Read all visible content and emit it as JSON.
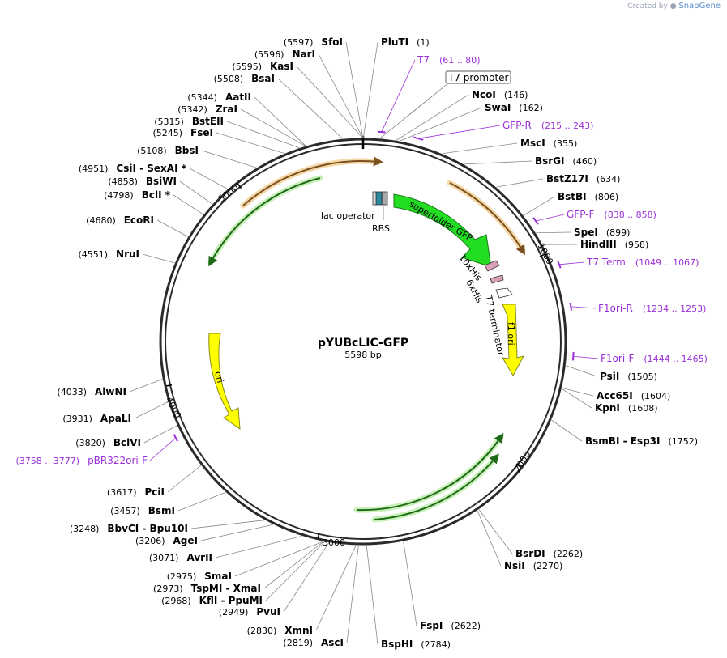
{
  "credit": {
    "prefix": "Created by",
    "brand": "SnapGene",
    "icon": "snapgene-logo-icon"
  },
  "plasmid": {
    "name": "pYUBcLIC-GFP",
    "size_label": "5598 bp",
    "length": 5598
  },
  "ticks": [
    "1000",
    "2000",
    "3000",
    "4000",
    "5000"
  ],
  "sites": [
    {
      "label": "PluTI",
      "pos": "(1)",
      "bp": 1
    },
    {
      "label": "NcoI",
      "pos": "(146)",
      "bp": 146
    },
    {
      "label": "SwaI",
      "pos": "(162)",
      "bp": 162
    },
    {
      "label": "MscI",
      "pos": "(355)",
      "bp": 355
    },
    {
      "label": "BsrGI",
      "pos": "(460)",
      "bp": 460
    },
    {
      "label": "BstZ17I",
      "pos": "(634)",
      "bp": 634
    },
    {
      "label": "BstBI",
      "pos": "(806)",
      "bp": 806
    },
    {
      "label": "SpeI",
      "pos": "(899)",
      "bp": 899
    },
    {
      "label": "HindIII",
      "pos": "(958)",
      "bp": 958
    },
    {
      "label": "PsiI",
      "pos": "(1505)",
      "bp": 1505
    },
    {
      "label": "Acc65I",
      "pos": "(1604)",
      "bp": 1604
    },
    {
      "label": "KpnI",
      "pos": "(1608)",
      "bp": 1608
    },
    {
      "label": "BsmBI  -  Esp3I",
      "pos": "(1752)",
      "bp": 1752
    },
    {
      "label": "BsrDI",
      "pos": "(2262)",
      "bp": 2262
    },
    {
      "label": "NsiI",
      "pos": "(2270)",
      "bp": 2270
    },
    {
      "label": "FspI",
      "pos": "(2622)",
      "bp": 2622
    },
    {
      "label": "BspHI",
      "pos": "(2784)",
      "bp": 2784
    },
    {
      "label": "AscI",
      "pos": "(2819)",
      "bp": 2819
    },
    {
      "label": "XmnI",
      "pos": "(2830)",
      "bp": 2830
    },
    {
      "label": "PvuI",
      "pos": "(2949)",
      "bp": 2949
    },
    {
      "label": "KflI  -  PpuMI",
      "pos": "(2968)",
      "bp": 2968
    },
    {
      "label": "TspMI  -  XmaI",
      "pos": "(2973)",
      "bp": 2973
    },
    {
      "label": "SmaI",
      "pos": "(2975)",
      "bp": 2975
    },
    {
      "label": "AvrII",
      "pos": "(3071)",
      "bp": 3071
    },
    {
      "label": "AgeI",
      "pos": "(3206)",
      "bp": 3206
    },
    {
      "label": "BbvCI  -  Bpu10I",
      "pos": "(3248)",
      "bp": 3248
    },
    {
      "label": "BsmI",
      "pos": "(3457)",
      "bp": 3457
    },
    {
      "label": "PciI",
      "pos": "(3617)",
      "bp": 3617
    },
    {
      "label": "BclVI",
      "pos": "(3820)",
      "bp": 3820
    },
    {
      "label": "ApaLI",
      "pos": "(3931)",
      "bp": 3931
    },
    {
      "label": "AlwNI",
      "pos": "(4033)",
      "bp": 4033
    },
    {
      "label": "NruI",
      "pos": "(4551)",
      "bp": 4551
    },
    {
      "label": "EcoRI",
      "pos": "(4680)",
      "bp": 4680
    },
    {
      "label": "BclI *",
      "pos": "(4798)",
      "bp": 4798
    },
    {
      "label": "BsiWI",
      "pos": "(4858)",
      "bp": 4858
    },
    {
      "label": "CsiI  -  SexAI *",
      "pos": "(4951)",
      "bp": 4951
    },
    {
      "label": "BbsI",
      "pos": "(5108)",
      "bp": 5108
    },
    {
      "label": "FseI",
      "pos": "(5245)",
      "bp": 5245
    },
    {
      "label": "BstEII",
      "pos": "(5315)",
      "bp": 5315
    },
    {
      "label": "ZraI",
      "pos": "(5342)",
      "bp": 5342
    },
    {
      "label": "AatII",
      "pos": "(5344)",
      "bp": 5344
    },
    {
      "label": "BsaI",
      "pos": "(5508)",
      "bp": 5508
    },
    {
      "label": "KasI",
      "pos": "(5595)",
      "bp": 5595
    },
    {
      "label": "NarI",
      "pos": "(5596)",
      "bp": 5596
    },
    {
      "label": "SfoI",
      "pos": "(5597)",
      "bp": 5597
    }
  ],
  "primers": [
    {
      "label": "T7",
      "range": "(61 .. 80)",
      "start": 61,
      "end": 80
    },
    {
      "label": "GFP-R",
      "range": "(215 .. 243)",
      "start": 215,
      "end": 243
    },
    {
      "label": "GFP-F",
      "range": "(838 .. 858)",
      "start": 838,
      "end": 858
    },
    {
      "label": "T7 Term",
      "range": "(1049 .. 1067)",
      "start": 1049,
      "end": 1067
    },
    {
      "label": "F1ori-R",
      "range": "(1234 .. 1253)",
      "start": 1234,
      "end": 1253
    },
    {
      "label": "F1ori-F",
      "range": "(1444 .. 1465)",
      "start": 1444,
      "end": 1465
    },
    {
      "label": "pBR322ori-F",
      "range": "(3758 .. 3777)",
      "start": 3758,
      "end": 3777
    }
  ],
  "boxed_feature": {
    "label": "T7 promoter"
  },
  "features": [
    {
      "label": "superfolder GFP",
      "color": "#22dd22"
    },
    {
      "label": "f1 ori",
      "color": "#ffff00"
    },
    {
      "label": "ori",
      "color": "#ffff00"
    },
    {
      "label": "lac operator",
      "color": "#2a8aa0"
    },
    {
      "label": "RBS",
      "color": "#aaaaaa"
    },
    {
      "label": "10xHis",
      "color": "#d9a0b8"
    },
    {
      "label": "6xHis",
      "color": "#d9a0b8"
    },
    {
      "label": "T7 terminator",
      "color": "#ffffff"
    }
  ],
  "colors": {
    "primer": "#9b30d9",
    "ring": "#2a2a2a",
    "orf_orange": "#e8a040",
    "orf_green": "#3aa030",
    "label": "#000000",
    "leader": "#777777"
  }
}
